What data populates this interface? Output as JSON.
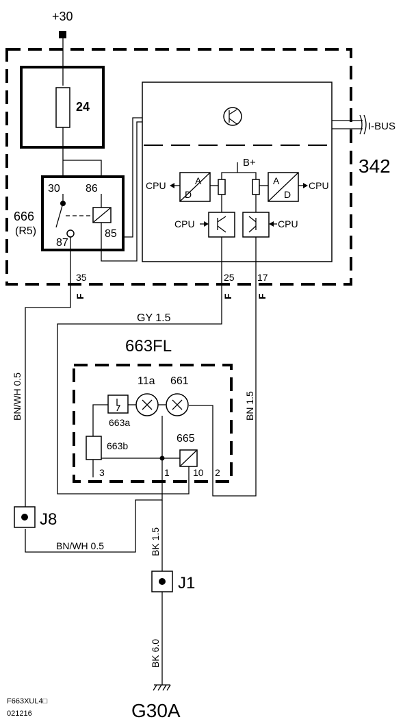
{
  "supply": {
    "label": "+30"
  },
  "modules": {
    "fuse_label": "24",
    "relay": {
      "id": "666",
      "sub": "(R5)",
      "pin30": "30",
      "pin86": "86",
      "pin87": "87",
      "pin85": "85"
    },
    "ecu": {
      "id": "342",
      "bus": "I-BUS",
      "bplus": "B+",
      "cpu": "CPU",
      "ad_a": "A",
      "ad_d": "D"
    }
  },
  "pins": {
    "p35": "35",
    "p25": "25",
    "p17": "17",
    "f": "F"
  },
  "wires": {
    "gy": "GY  1.5",
    "bnwh_v": "BN/WH 0.5",
    "bnwh_h": "BN/WH  0.5",
    "bn": "BN  1.5",
    "bk15": "BK  1.5",
    "bk60": "BK  6.0"
  },
  "switch_unit": {
    "id": "663FL",
    "l11a": "11a",
    "l661": "661",
    "l663a": "663a",
    "l663b": "663b",
    "l665": "665",
    "p3": "3",
    "p1": "1",
    "p10": "10",
    "p2": "2"
  },
  "connectors": {
    "j8": "J8",
    "j1": "J1"
  },
  "ground": {
    "label": "G30A"
  },
  "footer": {
    "code": "F663XUL4□",
    "date": "021216"
  }
}
